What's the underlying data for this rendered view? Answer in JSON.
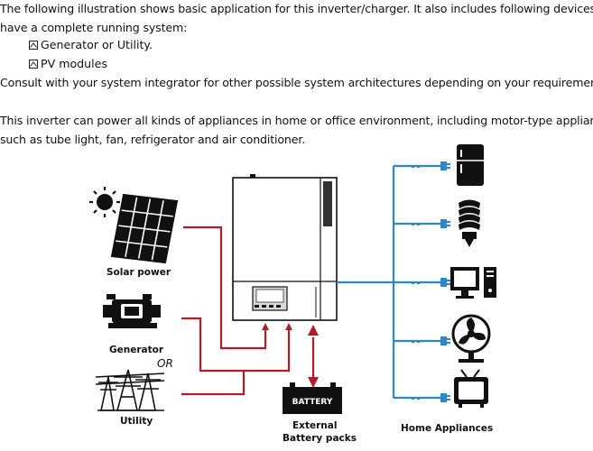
{
  "intro": {
    "line1": "The following illustration shows basic application for this inverter/charger. It also includes following devices to",
    "line2": "have a complete running system:",
    "bullets": [
      "Generator or Utility.",
      "PV modules"
    ],
    "line3": "Consult with your system integrator for other possible system architectures depending on your requirements.",
    "line4": "This inverter can power all kinds of appliances in home or office environment, including motor-type appliances",
    "line5": "such as tube light, fan, refrigerator and air conditioner."
  },
  "diagram": {
    "solar_label": "Solar power",
    "generator_label": "Generator",
    "or_label": "OR",
    "utility_label": "Utility",
    "battery_text": "BATTERY",
    "battery_label_line1": "External",
    "battery_label_line2": "Battery packs",
    "appliances_label": "Home Appliances",
    "colors": {
      "dc_line": "#b11c2a",
      "ac_line": "#2f86c8",
      "inverter_screen": "#d9d9d9"
    }
  }
}
